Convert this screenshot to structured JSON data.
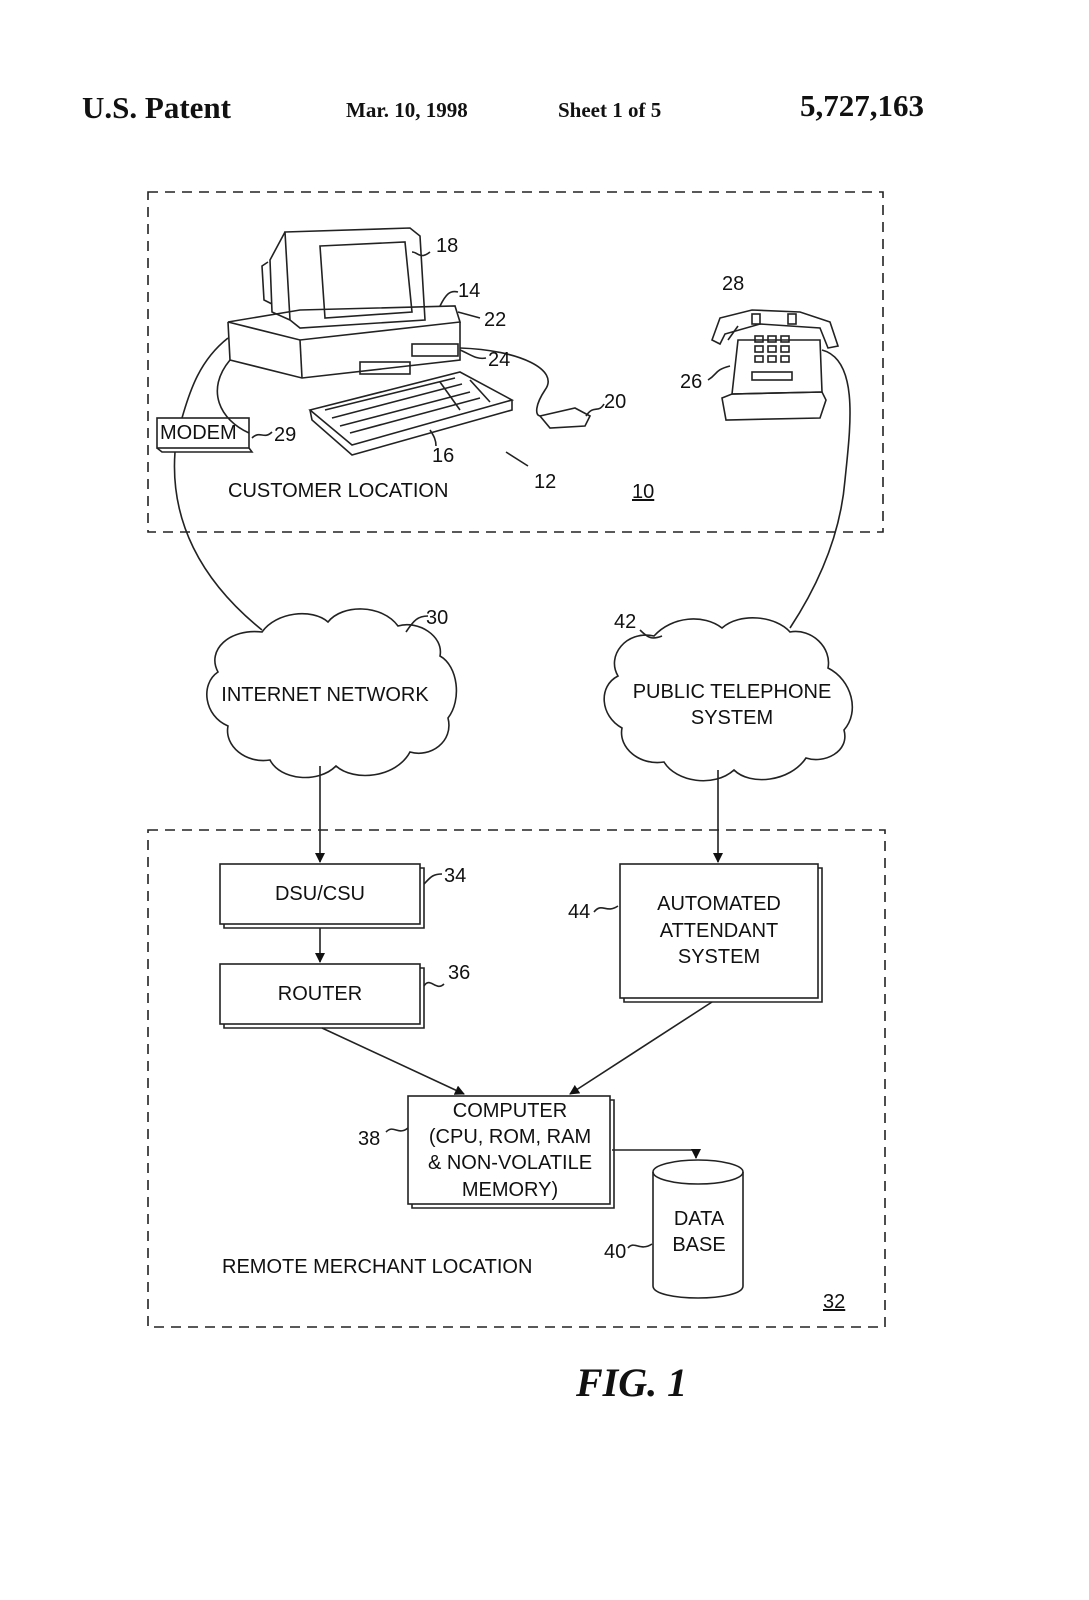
{
  "header": {
    "left": "U.S. Patent",
    "date": "Mar. 10, 1998",
    "sheet": "Sheet 1 of 5",
    "patent_number": "5,727,163"
  },
  "customer_box": {
    "label": "CUSTOMER LOCATION",
    "ref": "10",
    "modem_label": "MODEM",
    "refs": {
      "monitor": "18",
      "cpu": "14",
      "drive_a": "22",
      "drive_b": "24",
      "mouse": "20",
      "keyboard": "16",
      "computer": "12",
      "modem": "29",
      "handset": "28",
      "phone": "26"
    }
  },
  "clouds": {
    "internet": {
      "label": "INTERNET NETWORK",
      "ref": "30"
    },
    "telephone": {
      "line1": "PUBLIC TELEPHONE",
      "line2": "SYSTEM",
      "ref": "42"
    }
  },
  "merchant_box": {
    "label": "REMOTE MERCHANT LOCATION",
    "ref": "32",
    "dsu": {
      "label": "DSU/CSU",
      "ref": "34"
    },
    "router": {
      "label": "ROUTER",
      "ref": "36"
    },
    "attendant": {
      "line1": "AUTOMATED",
      "line2": "ATTENDANT",
      "line3": "SYSTEM",
      "ref": "44"
    },
    "computer": {
      "line1": "COMPUTER",
      "line2": "(CPU, ROM, RAM",
      "line3": "& NON-VOLATILE",
      "line4": "MEMORY)",
      "ref": "38"
    },
    "database": {
      "line1": "DATA",
      "line2": "BASE",
      "ref": "40"
    }
  },
  "figure_label": "FIG. 1"
}
